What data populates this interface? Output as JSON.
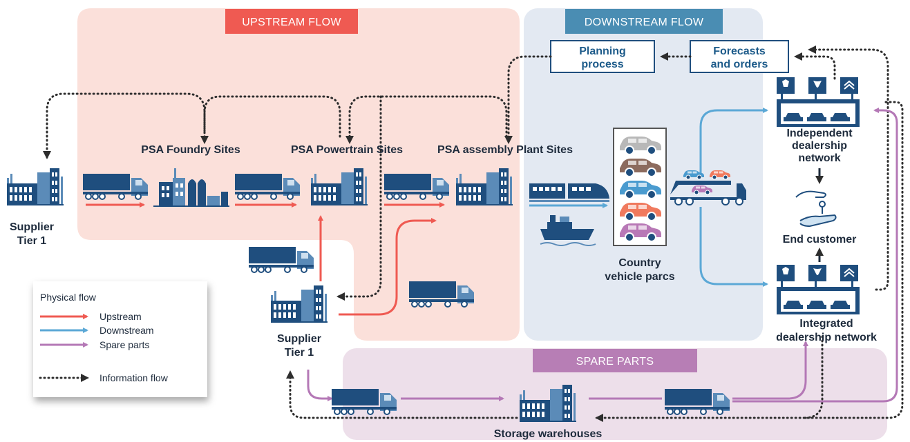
{
  "colors": {
    "upstream_bg": "#fbe0da",
    "downstream_bg": "#e3e9f2",
    "spare_bg": "#eddfea",
    "upstream_head": "#ef5a52",
    "downstream_head": "#4a8db3",
    "spare_head": "#b77eb5",
    "upstream_arrow": "#ef5a52",
    "downstream_arrow": "#5ba8d6",
    "spare_arrow": "#b478b6",
    "info_arrow": "#2d2d2d",
    "navy": "#1f4e7e"
  },
  "sections": {
    "upstream": "UPSTREAM FLOW",
    "downstream": "DOWNSTREAM FLOW",
    "spare": "SPARE PARTS"
  },
  "boxes": {
    "planning": [
      "Planning",
      "process"
    ],
    "forecasts": [
      "Forecasts",
      "and orders"
    ]
  },
  "labels": {
    "supplier_left": [
      "Supplier",
      "Tier 1"
    ],
    "supplier_mid": [
      "Supplier",
      "Tier 1"
    ],
    "foundry": "PSA Foundry Sites",
    "powertrain": "PSA Powertrain Sites",
    "assembly": "PSA assembly Plant Sites",
    "parcs": [
      "Country",
      "vehicle parcs"
    ],
    "independent": [
      "Independent",
      "dealership",
      "network"
    ],
    "integrated": [
      "Integrated",
      "dealership network"
    ],
    "end_customer": "End customer",
    "storage": "Storage warehouses"
  },
  "legend": {
    "title": "Physical flow",
    "items": [
      "Upstream",
      "Downstream",
      "Spare parts"
    ],
    "info": "Information flow"
  },
  "icons": [
    "truck-icon",
    "factory-icon",
    "foundry-icon",
    "train-icon",
    "ship-icon",
    "car-icon",
    "car-carrier-icon",
    "dealership-icon",
    "handshake-key-icon"
  ]
}
